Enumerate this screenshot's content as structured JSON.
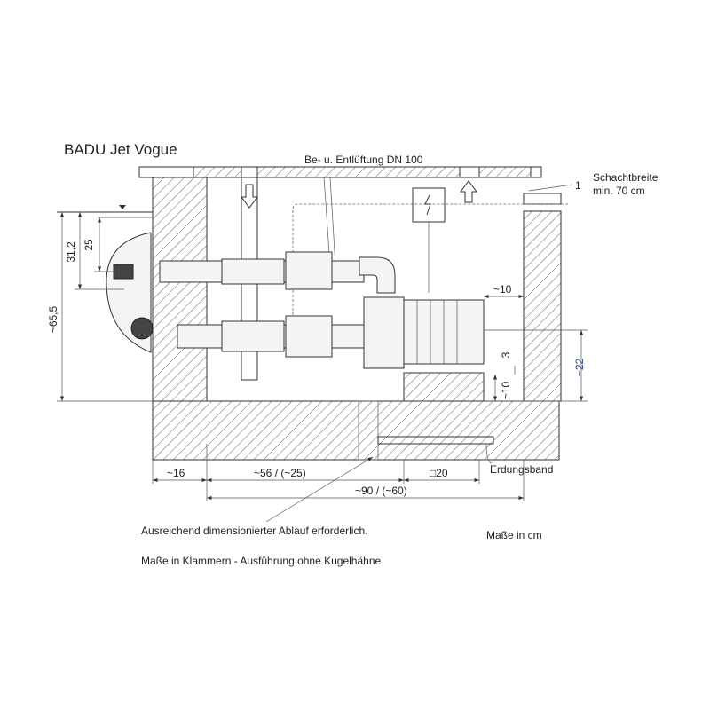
{
  "title": "BADU Jet Vogue",
  "labels": {
    "ventilation": "Be- u. Entlüftung DN 100",
    "marker_1": "1",
    "shaft_width_line1": "Schachtbreite",
    "shaft_width_line2": "min. 70 cm",
    "grounding": "Erdungsband",
    "drain_note": "Ausreichend dimensionierter Ablauf erforderlich.",
    "units_note": "Maße in cm",
    "brackets_note": "Maße in Klammern - Ausführung ohne Kugelhähne"
  },
  "dimensions": {
    "d_65_5": "~65,5",
    "d_31_2": "31,2",
    "d_25": "25",
    "d_10_top": "~10",
    "d_3": "3",
    "d_10_side": "~10",
    "d_22": "~22",
    "d_16": "~16",
    "d_56": "~56 / (~25)",
    "d_20": "□20",
    "d_90": "~90 /  (~60)"
  },
  "colors": {
    "line": "#333333",
    "accent_dim": "#2a4a8a"
  }
}
